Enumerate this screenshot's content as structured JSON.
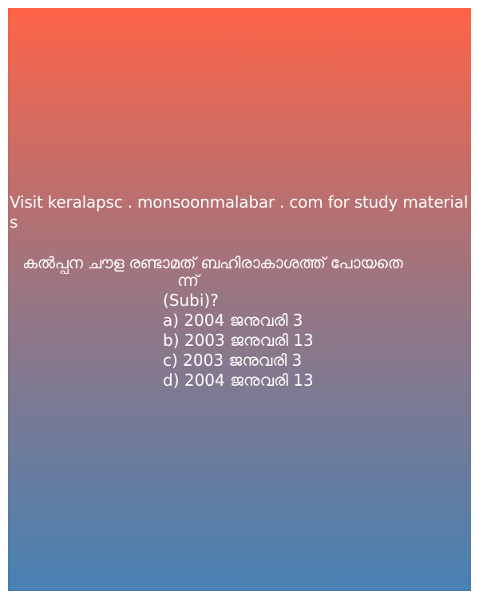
{
  "site_notice": "Visit keralapsc . monsoonmalabar . com for study materials",
  "question": {
    "text_line1": "കൽപ്പന ചൗള രണ്ടാമത് ബഹിരാകാശത്ത് പോയതെ",
    "text_line2": "ന്ന്",
    "subject": "(Subi)?"
  },
  "options": [
    {
      "label": "a) 2004 ജനുവരി 3"
    },
    {
      "label": "b) 2003 ജനുവരി 13"
    },
    {
      "label": "c) 2003 ജനുവരി 3"
    },
    {
      "label": "d) 2004 ജനുവരി 13"
    }
  ],
  "colors": {
    "gradient_top": "#fe6448",
    "gradient_mid": "#9b7581",
    "gradient_bottom": "#4781b3",
    "text": "#ffffff"
  }
}
